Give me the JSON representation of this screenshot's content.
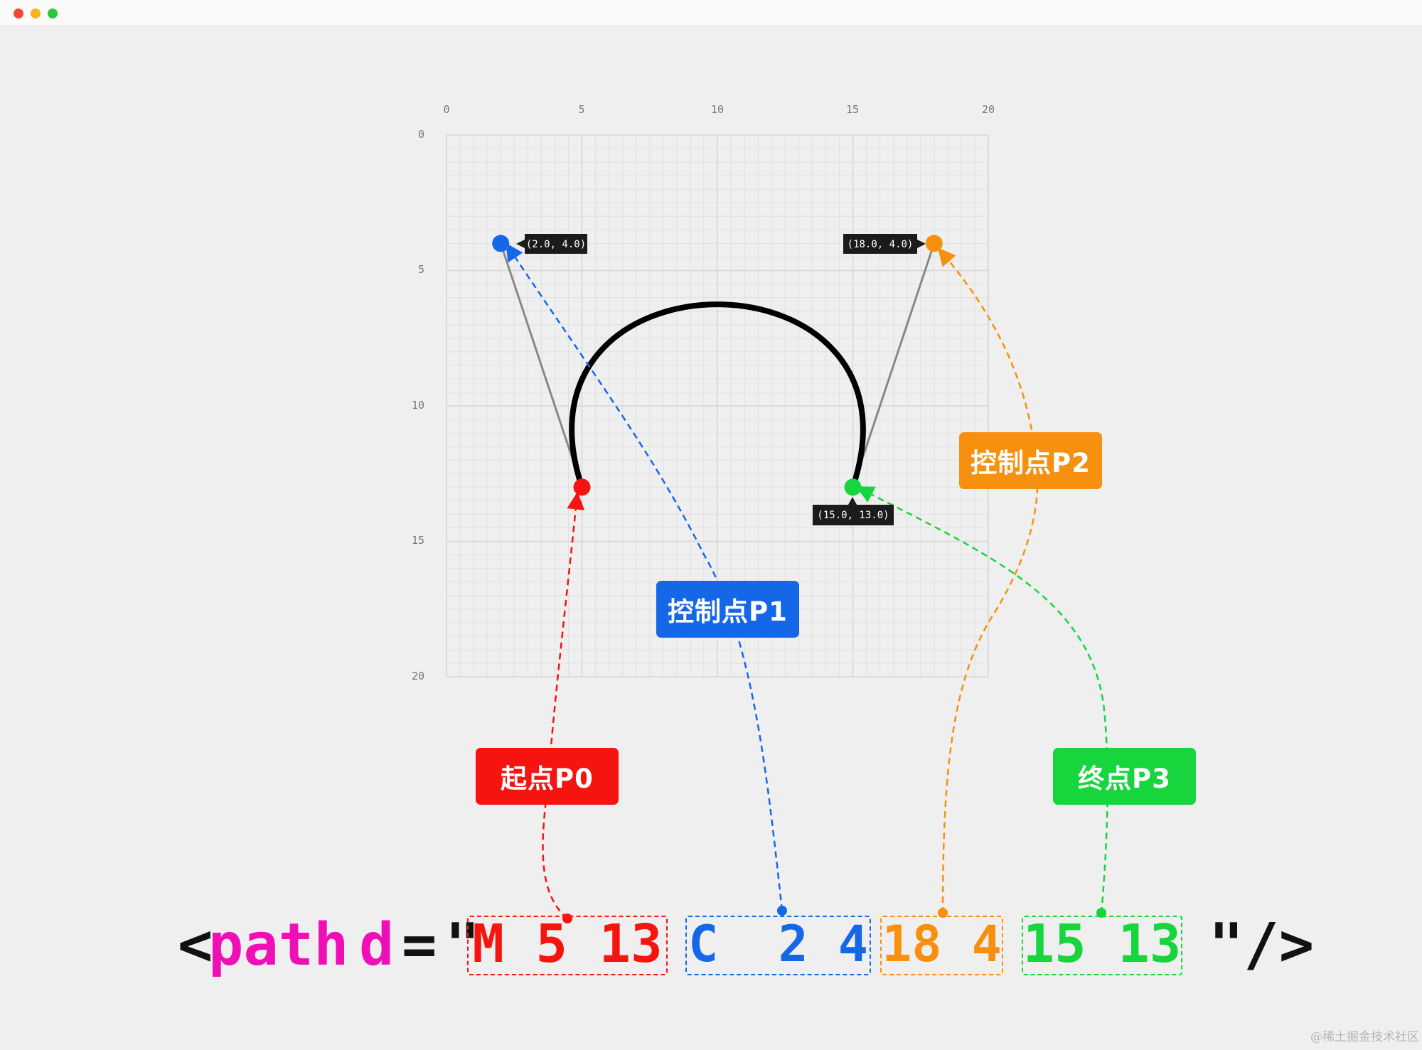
{
  "window": {
    "traffic_lights": [
      "#ee4a3b",
      "#f7b21e",
      "#2bc63c"
    ]
  },
  "axes": {
    "x_ticks": [
      "0",
      "5",
      "10",
      "15",
      "20"
    ],
    "y_ticks": [
      "0",
      "5",
      "10",
      "15",
      "20"
    ],
    "range": [
      0,
      20
    ]
  },
  "curve": {
    "start": [
      5,
      13
    ],
    "control1": [
      2,
      4
    ],
    "control2": [
      18,
      4
    ],
    "end": [
      15,
      13
    ],
    "stroke": "#000000"
  },
  "tooltips": {
    "p1": "(2.0, 4.0)",
    "p2": "(18.0, 4.0)",
    "p3": "(15.0, 13.0)"
  },
  "labels": {
    "p0": {
      "text": "起点P0",
      "color": "#f5140f"
    },
    "p1": {
      "text": "控制点P1",
      "color": "#1468e8"
    },
    "p2": {
      "text": "控制点P2",
      "color": "#f7900e"
    },
    "p3": {
      "text": "终点P3",
      "color": "#17d63d"
    }
  },
  "code": {
    "open": "<",
    "tag": "path",
    "attr": "d",
    "equals": "=",
    "quote_open": "\"",
    "seg_m": "M 5 13",
    "seg_c": "C  2 4",
    "seg_p2": "18 4",
    "seg_p3": "15 13",
    "close": "\"/>",
    "colors": {
      "bracket": "#111111",
      "tag": "#ee10b6",
      "m": "#f5140f",
      "c": "#1468e8",
      "p2": "#f7900e",
      "p3": "#17d63d"
    }
  },
  "watermark": "@稀土掘金技术社区"
}
